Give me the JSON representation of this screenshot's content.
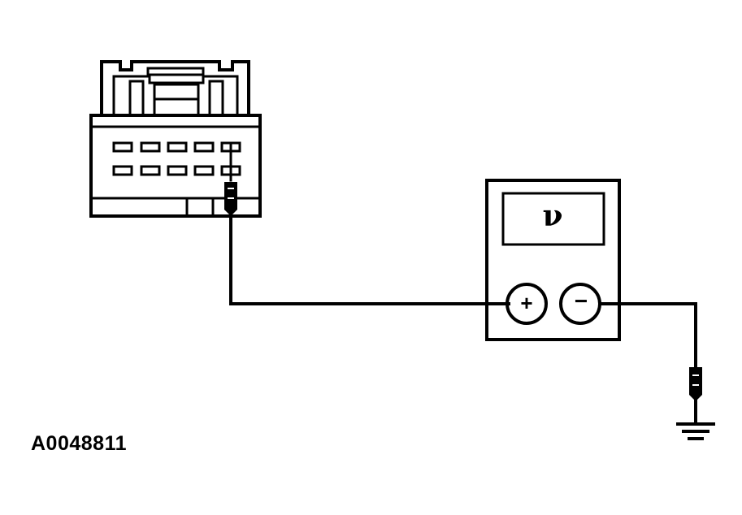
{
  "figure": {
    "label": "A0048811"
  },
  "meter": {
    "unit_symbol": "V",
    "display_glyph": "ν",
    "positive_terminal_label": "+",
    "negative_terminal_label": "−"
  },
  "icons": {
    "connector": "connector-icon",
    "probe": "test-probe-icon",
    "ground": "ground-icon"
  },
  "colors": {
    "line": "#000000",
    "background": "#ffffff"
  }
}
